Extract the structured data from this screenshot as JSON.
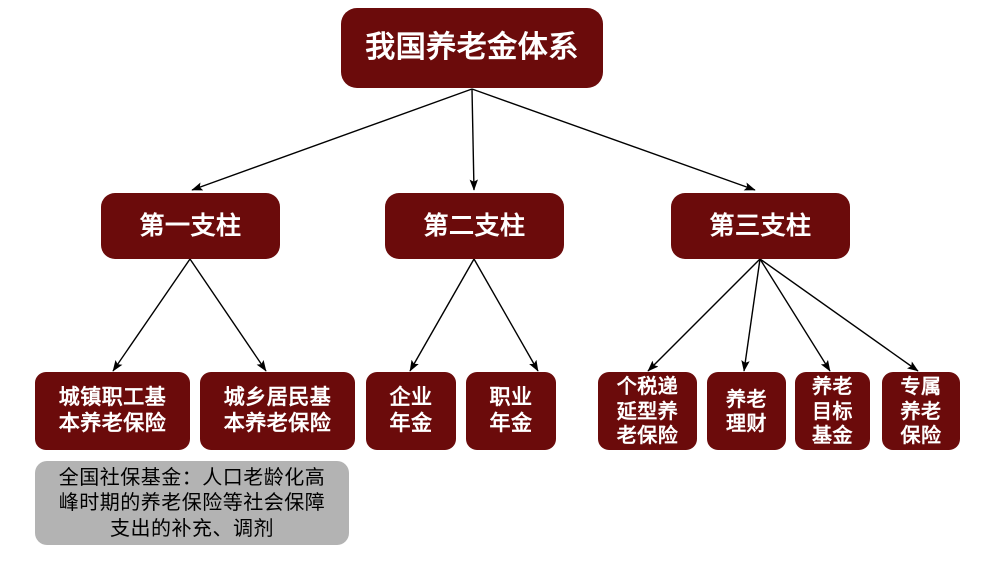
{
  "diagram": {
    "title": "我国养老金体系",
    "type": "hierarchy-tree",
    "colors": {
      "node_fill": "#6B0B0B",
      "node_text": "#FFFFFF",
      "note_fill": "#B3B3B3",
      "note_text": "#000000",
      "edge": "#000000",
      "background": "#FFFFFF"
    },
    "root": {
      "label": "我国养老金体系"
    },
    "pillars": [
      {
        "label": "第一支柱"
      },
      {
        "label": "第二支柱"
      },
      {
        "label": "第三支柱"
      }
    ],
    "leaves": [
      {
        "label": "城镇职工基\n本养老保险",
        "pillar": 0
      },
      {
        "label": "城乡居民基\n本养老保险",
        "pillar": 0
      },
      {
        "label": "企业\n年金",
        "pillar": 1
      },
      {
        "label": "职业\n年金",
        "pillar": 1
      },
      {
        "label": "个税递\n延型养\n老保险",
        "pillar": 2
      },
      {
        "label": "养老\n理财",
        "pillar": 2
      },
      {
        "label": "养老\n目标\n基金",
        "pillar": 2
      },
      {
        "label": "专属\n养老\n保险",
        "pillar": 2
      }
    ],
    "note": {
      "label": "全国社保基金：人口老龄化高\n峰时期的养老保险等社会保障\n支出的补充、调剂"
    }
  }
}
